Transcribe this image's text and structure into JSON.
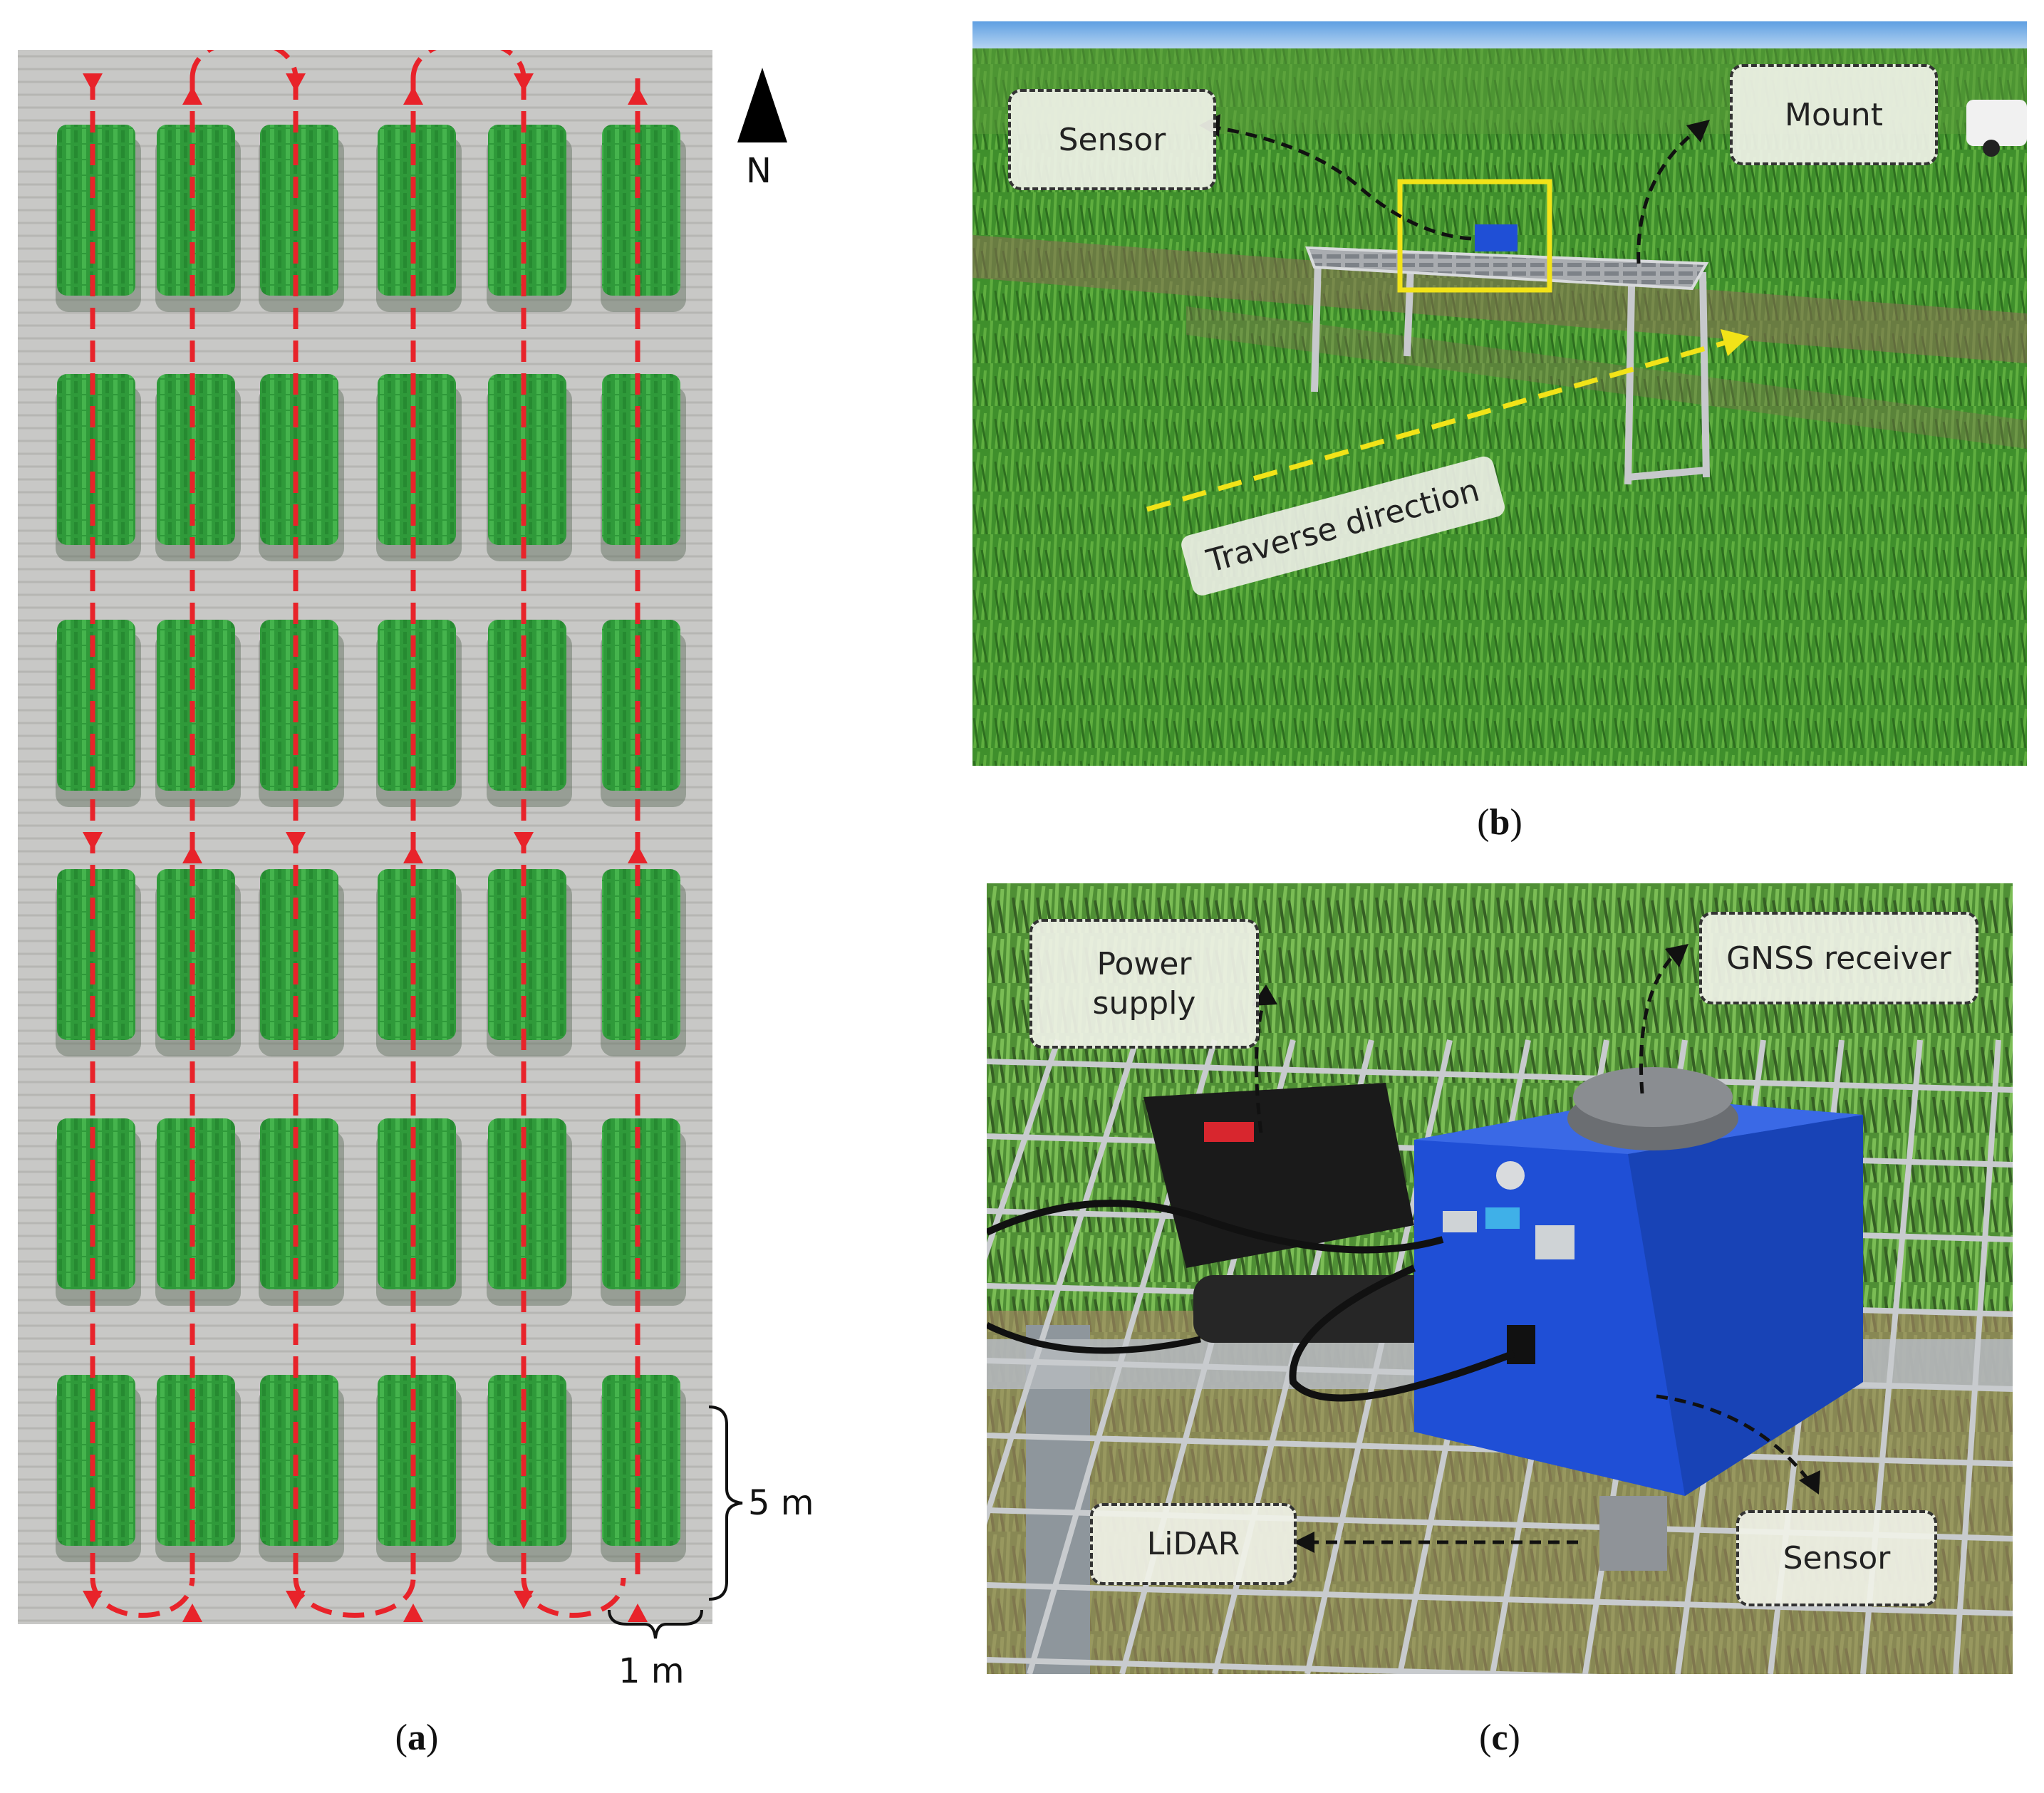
{
  "panel_a": {
    "caption_letter": "a",
    "north_label": "N",
    "scale_vertical": "5 m",
    "scale_horizontal": "1 m",
    "colors": {
      "path": "#e8232a",
      "plant": "#2f9a3a",
      "ground": "#c9c9c9"
    },
    "plot_grid": {
      "rows": 6,
      "columns": 6
    }
  },
  "panel_b": {
    "caption_letter": "b",
    "callouts": {
      "sensor": "Sensor",
      "mount": "Mount",
      "traverse": "Traverse direction"
    },
    "colors": {
      "highlight": "#f2e318",
      "sky": "#6aa7e6",
      "field": "#3f8f2c"
    }
  },
  "panel_c": {
    "caption_letter": "c",
    "callouts": {
      "power_supply": "Power\nsupply",
      "gnss": "GNSS receiver",
      "lidar": "LiDAR",
      "sensor": "Sensor"
    },
    "colors": {
      "enclosure": "#1f4fd6",
      "battery": "#1a1a1a",
      "mesh": "#b9bcc0"
    }
  }
}
